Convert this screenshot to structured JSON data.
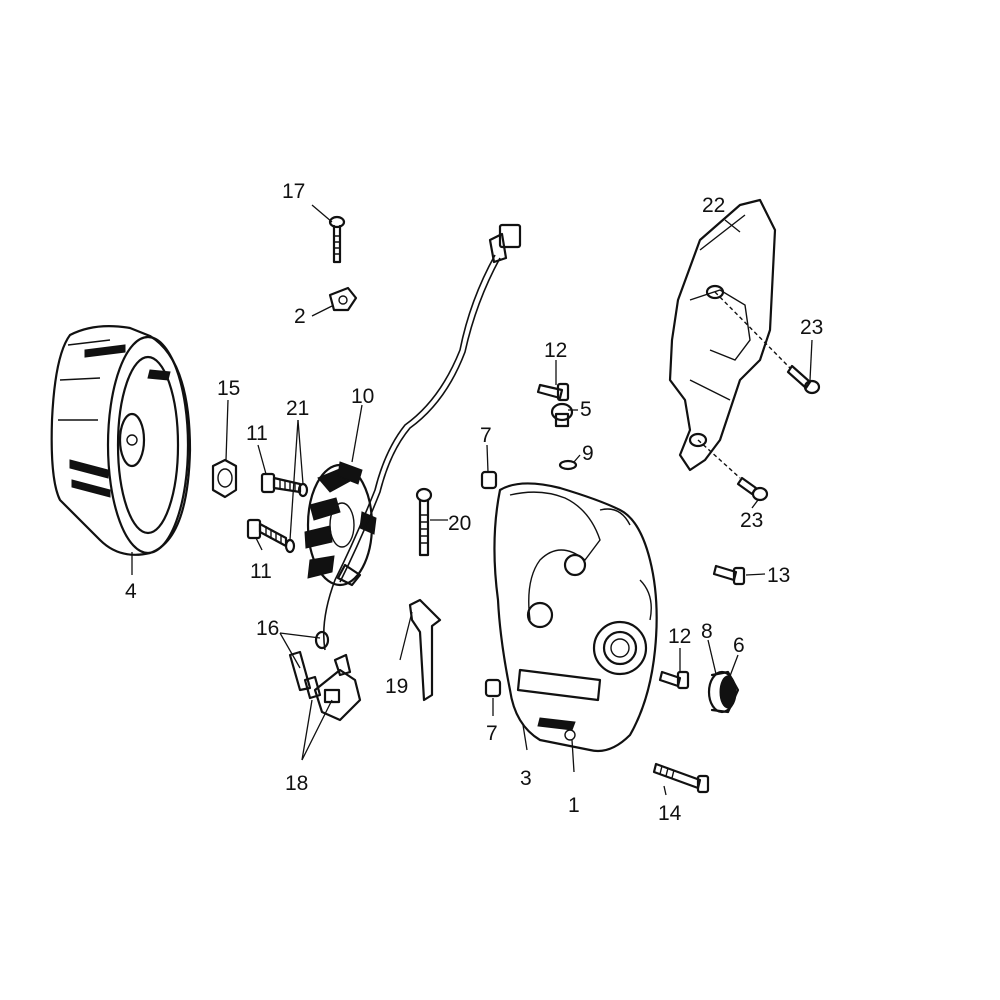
{
  "diagram": {
    "callouts": [
      {
        "id": "c1",
        "text": "1"
      },
      {
        "id": "c2",
        "text": "2"
      },
      {
        "id": "c3",
        "text": "3"
      },
      {
        "id": "c4",
        "text": "4"
      },
      {
        "id": "c5",
        "text": "5"
      },
      {
        "id": "c6",
        "text": "6"
      },
      {
        "id": "c7a",
        "text": "7"
      },
      {
        "id": "c7b",
        "text": "7"
      },
      {
        "id": "c8",
        "text": "8"
      },
      {
        "id": "c9",
        "text": "9"
      },
      {
        "id": "c10",
        "text": "10"
      },
      {
        "id": "c11a",
        "text": "11"
      },
      {
        "id": "c11b",
        "text": "11"
      },
      {
        "id": "c12a",
        "text": "12"
      },
      {
        "id": "c12b",
        "text": "12"
      },
      {
        "id": "c13",
        "text": "13"
      },
      {
        "id": "c14",
        "text": "14"
      },
      {
        "id": "c15",
        "text": "15"
      },
      {
        "id": "c16",
        "text": "16"
      },
      {
        "id": "c17",
        "text": "17"
      },
      {
        "id": "c18",
        "text": "18"
      },
      {
        "id": "c19",
        "text": "19"
      },
      {
        "id": "c20",
        "text": "20"
      },
      {
        "id": "c21",
        "text": "21"
      },
      {
        "id": "c22",
        "text": "22"
      },
      {
        "id": "c23a",
        "text": "23"
      },
      {
        "id": "c23b",
        "text": "23"
      }
    ]
  }
}
